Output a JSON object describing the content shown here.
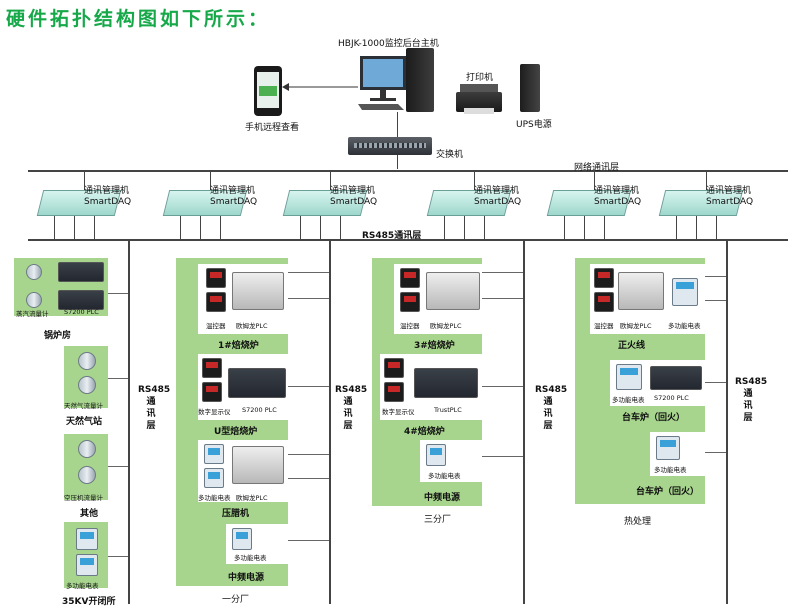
{
  "title": "硬件拓扑结构图如下所示：",
  "top": {
    "server_label": "HBJK-1000监控后台主机",
    "mobile_label": "手机远程查看",
    "printer_label": "打印机",
    "ups_label": "UPS电源",
    "switch_label": "交换机"
  },
  "network_layer_label": "网络通讯层",
  "rs485_bus_label": "RS485通讯层",
  "gateway": {
    "line1": "通讯管理机",
    "line2": "SmartDAQ"
  },
  "rs485_vertical": [
    "RS485",
    "通",
    "讯",
    "层"
  ],
  "left": {
    "boiler": {
      "flow_meter": "蒸汽流量计",
      "plc": "S7200 PLC",
      "label": "锅炉房"
    },
    "gas": {
      "flow_meter": "天然气流量计",
      "label": "天然气站"
    },
    "other": {
      "flow_meter": "空压机流量计",
      "label": "其他"
    },
    "substation": {
      "meter": "多功能电表",
      "label": "35KV开闭所"
    }
  },
  "plant1": {
    "label": "一分厂",
    "kiln1": {
      "ctrl": "温控器",
      "plc": "欧姆龙PLC",
      "label": "1#焙烧炉"
    },
    "ukiln": {
      "display": "数字显示仪",
      "plc": "S7200 PLC",
      "label": "U型焙烧炉"
    },
    "press": {
      "meter": "多功能电表",
      "plc": "欧姆龙PLC",
      "label": "压腊机"
    },
    "mf": {
      "meter": "多功能电表",
      "label": "中频电源"
    }
  },
  "plant3": {
    "label": "三分厂",
    "kiln3": {
      "ctrl": "温控器",
      "plc": "欧姆龙PLC",
      "label": "3#焙烧炉"
    },
    "kiln4": {
      "display": "数字显示仪",
      "plc": "TrustPLC",
      "label": "4#焙烧炉"
    },
    "mf": {
      "meter": "多功能电表",
      "label": "中频电源"
    }
  },
  "heat": {
    "label": "热处理",
    "line": {
      "ctrl": "温控器",
      "plc": "欧姆龙PLC",
      "meter": "多功能电表",
      "label": "正火线"
    },
    "car1": {
      "meter": "多功能电表",
      "plc": "S7200 PLC",
      "label": "台车炉（回火）"
    },
    "car2": {
      "meter": "多功能电表",
      "label": "台车炉（回火）"
    }
  }
}
